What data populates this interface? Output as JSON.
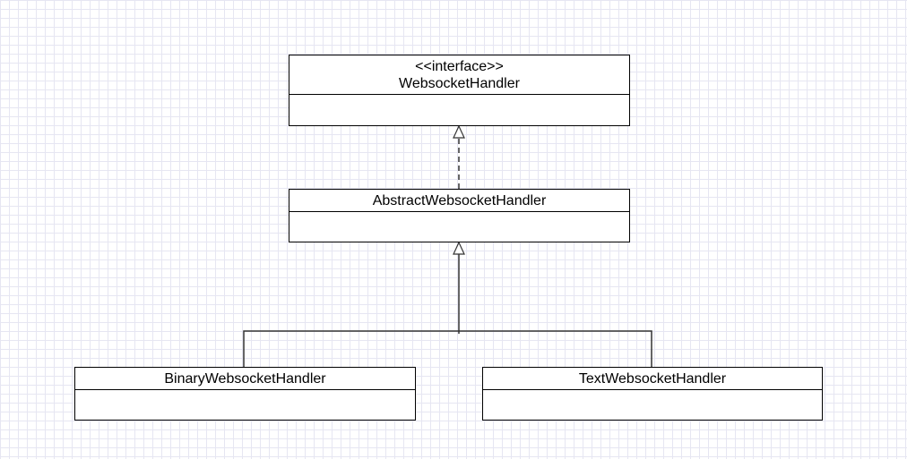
{
  "classes": {
    "websocket_handler": {
      "stereotype": "<<interface>>",
      "name": "WebsocketHandler"
    },
    "abstract_websocket_handler": {
      "name": "AbstractWebsocketHandler"
    },
    "binary_websocket_handler": {
      "name": "BinaryWebsocketHandler"
    },
    "text_websocket_handler": {
      "name": "TextWebsocketHandler"
    }
  },
  "relations": [
    {
      "from": "abstract_websocket_handler",
      "to": "websocket_handler",
      "type": "realization"
    },
    {
      "from": "binary_websocket_handler",
      "to": "abstract_websocket_handler",
      "type": "generalization"
    },
    {
      "from": "text_websocket_handler",
      "to": "abstract_websocket_handler",
      "type": "generalization"
    }
  ],
  "colors": {
    "grid": "#e6e6f2",
    "stroke": "#000000",
    "connector": "#333333",
    "background": "#ffffff"
  }
}
